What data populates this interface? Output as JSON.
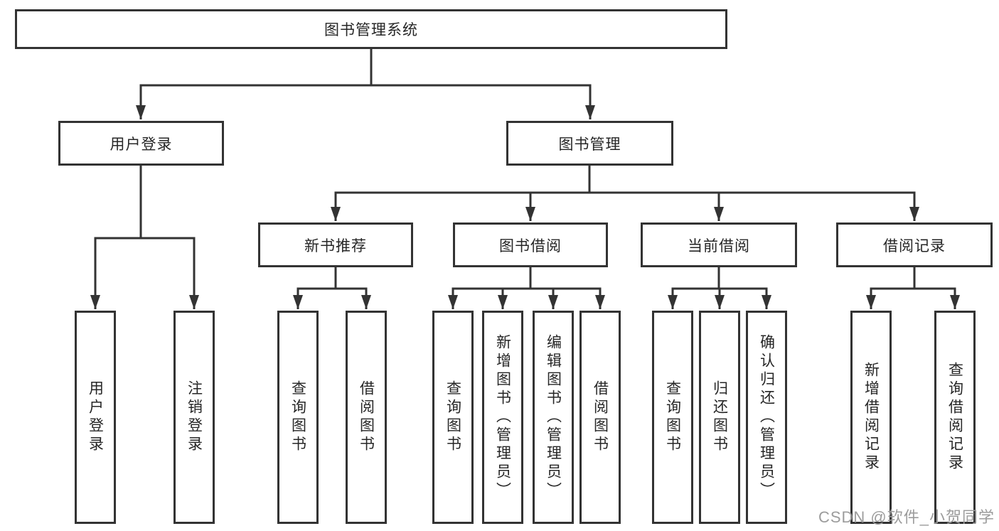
{
  "diagram": {
    "title": "图书管理系统",
    "colors": {
      "line": "#333333",
      "box_border": "#333333",
      "box_fill": "#ffffff",
      "text": "#262626",
      "watermark": "#9c9c9c"
    },
    "nodes": {
      "root": {
        "label": "图书管理系统"
      },
      "user_login": {
        "label": "用户登录"
      },
      "book_mgmt": {
        "label": "图书管理"
      },
      "new_book_rec": {
        "label": "新书推荐"
      },
      "book_borrow": {
        "label": "图书借阅"
      },
      "current_borrow": {
        "label": "当前借阅"
      },
      "borrow_record": {
        "label": "借阅记录"
      },
      "leaf_user_login": {
        "label": "用户登录"
      },
      "leaf_logout": {
        "label": "注销登录"
      },
      "leaf_rec_query": {
        "label": "查询图书"
      },
      "leaf_rec_borrow": {
        "label": "借阅图书"
      },
      "leaf_bb_query": {
        "label": "查询图书"
      },
      "leaf_bb_add": {
        "label": "新增图书（管理员）"
      },
      "leaf_bb_edit": {
        "label": "编辑图书（管理员）"
      },
      "leaf_bb_borrow": {
        "label": "借阅图书"
      },
      "leaf_cb_query": {
        "label": "查询图书"
      },
      "leaf_cb_return": {
        "label": "归还图书"
      },
      "leaf_cb_confirm": {
        "label": "确认归还（管理员）"
      },
      "leaf_br_add": {
        "label": "新增借阅记录"
      },
      "leaf_br_query": {
        "label": "查询借阅记录"
      }
    },
    "watermark": {
      "text": "CSDN @软件_小贺同学"
    }
  }
}
